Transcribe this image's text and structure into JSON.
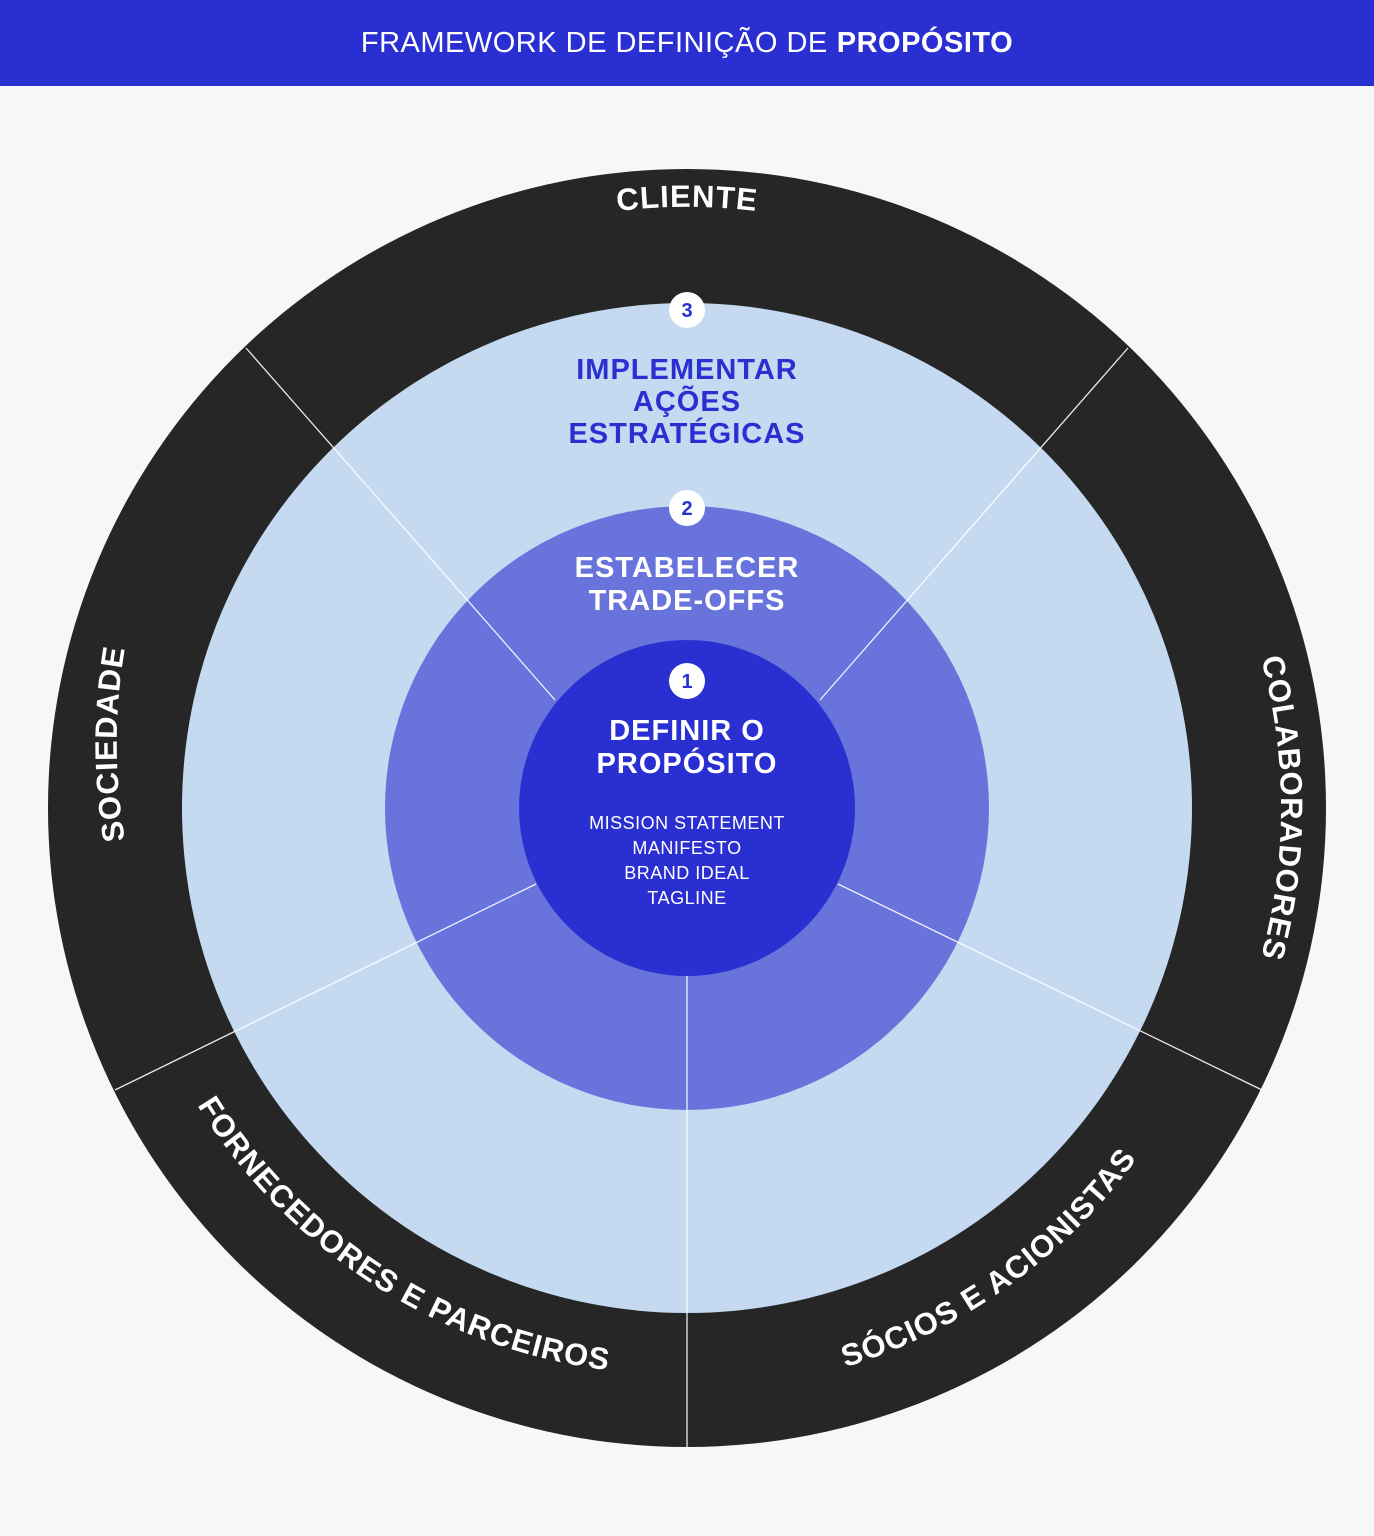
{
  "header": {
    "title_prefix": "FRAMEWORK DE DEFINIÇÃO DE",
    "title_bold": "PROPÓSITO"
  },
  "colors": {
    "header_bg": "#2a2fd1",
    "outer_ring": "#262626",
    "layer3_fill": "#c5daf0",
    "layer2_fill": "#6874dc",
    "core_fill": "#2a2fd1",
    "layer3_text": "#2a2fd1"
  },
  "stakeholders": {
    "cliente": "CLIENTE",
    "colaboradores": "COLABORADORES",
    "socios": "SÓCIOS E ACIONISTAS",
    "fornecedores": "FORNECEDORES E PARCEIROS",
    "sociedade": "SOCIEDADE"
  },
  "layers": {
    "implement": {
      "number": "3",
      "lines": [
        "IMPLEMENTAR",
        "AÇÕES",
        "ESTRATÉGICAS"
      ]
    },
    "tradeoffs": {
      "number": "2",
      "lines": [
        "ESTABELECER",
        "TRADE-OFFS"
      ]
    },
    "core": {
      "number": "1",
      "lines": [
        "DEFINIR O",
        "PROPÓSITO"
      ],
      "items": [
        "MISSION STATEMENT",
        "MANIFESTO",
        "BRAND IDEAL",
        "TAGLINE"
      ]
    }
  }
}
